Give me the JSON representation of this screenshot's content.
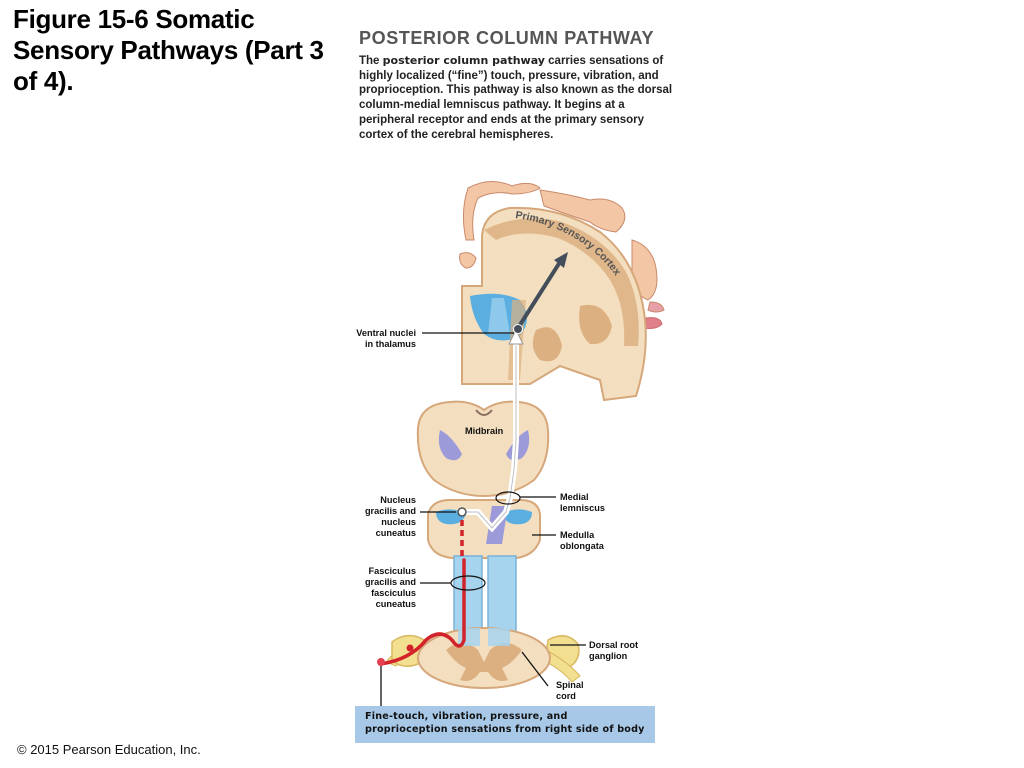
{
  "slide": {
    "title": "Figure 15-6 Somatic Sensory Pathways (Part 3 of 4).",
    "copyright": "© 2015 Pearson Education, Inc."
  },
  "panel": {
    "heading": "POSTERIOR COLUMN PATHWAY",
    "description_prefix": "The ",
    "description_term": "posterior column pathway",
    "description_rest": " carries sensations of highly localized (“fine”) touch, pressure, vibration, and proprioception. This pathway is also known as the dorsal column-medial lemniscus pathway. It begins at a peripheral receptor and ends at the primary sensory cortex of the cerebral hemispheres."
  },
  "labels": {
    "cortex": "Primary Sensory Cortex",
    "thalamus": "Ventral nuclei in thalamus",
    "midbrain": "Midbrain",
    "medial_lemniscus": "Medial lemniscus",
    "medulla": "Medulla oblongata",
    "nucleus_gracilis": "Nucleus gracilis and nucleus cuneatus",
    "fasciculus": "Fasciculus gracilis and fasciculus cuneatus",
    "drg": "Dorsal root ganglion",
    "spinal_cord": "Spinal cord",
    "caption": "Fine-touch, vibration, pressure, and proprioception sensations from right side of body"
  },
  "colors": {
    "tissue": "#f3dfbf",
    "tissue_edge": "#d6a77a",
    "gray_matter": "#dcb080",
    "nuclei_blue": "#5aaee0",
    "tract_purple": "#9c9ad8",
    "column_blue": "#a6d4ee",
    "ganglion_yellow": "#f3df90",
    "neuron_red": "#d2232a",
    "neuron_dark": "#444e5a",
    "caption_bg": "#a8c8e8"
  }
}
